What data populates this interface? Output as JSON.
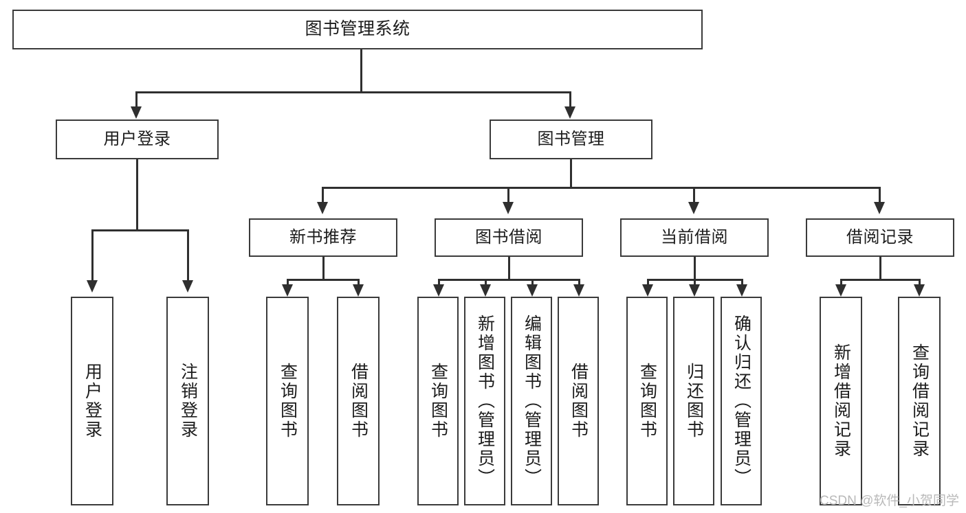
{
  "diagram": {
    "title": "图书管理系统",
    "watermark": "CSDN @软件_小贺同学",
    "levels": {
      "root": "图书管理系统",
      "level2": [
        "用户登录",
        "图书管理"
      ],
      "level3": [
        "新书推荐",
        "图书借阅",
        "当前借阅",
        "借阅记录"
      ]
    },
    "nodes": {
      "root": {
        "label": "图书管理系统"
      },
      "user_login": {
        "label": "用户登录"
      },
      "book_manage": {
        "label": "图书管理"
      },
      "new_book_rec": {
        "label": "新书推荐"
      },
      "book_borrow": {
        "label": "图书借阅"
      },
      "current_borrow": {
        "label": "当前借阅"
      },
      "borrow_record": {
        "label": "借阅记录"
      },
      "leaf_user_login": {
        "label": "用户登录"
      },
      "leaf_logout": {
        "label": "注销登录"
      },
      "leaf_query_book_1": {
        "label": "查询图书"
      },
      "leaf_borrow_book_1": {
        "label": "借阅图书"
      },
      "leaf_query_book_2": {
        "label": "查询图书"
      },
      "leaf_add_book": {
        "label": "新增图书（管理员）"
      },
      "leaf_edit_book": {
        "label": "编辑图书（管理员）"
      },
      "leaf_borrow_book_2": {
        "label": "借阅图书"
      },
      "leaf_query_book_3": {
        "label": "查询图书"
      },
      "leaf_return_book": {
        "label": "归还图书"
      },
      "leaf_confirm_return": {
        "label": "确认归还（管理员）"
      },
      "leaf_add_record": {
        "label": "新增借阅记录"
      },
      "leaf_query_record": {
        "label": "查询借阅记录"
      }
    },
    "colors": {
      "box_border": "#3a3a3a",
      "connector": "#2f2f2f",
      "background": "#ffffff",
      "text": "#1c1c1c",
      "watermark": "#b9b9b9"
    }
  }
}
